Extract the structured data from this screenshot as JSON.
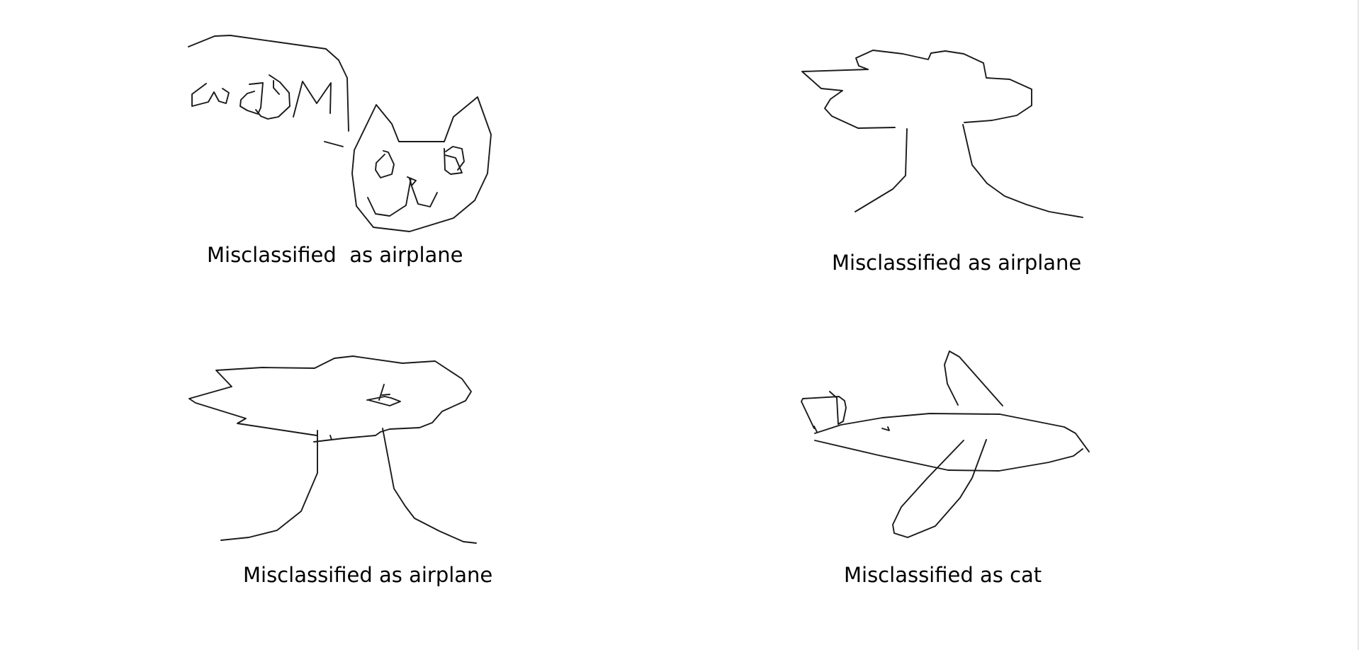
{
  "captions": [
    "Misclassified  as airplane",
    "Misclassified as airplane",
    "Misclassified as airplane",
    "Misclassified as cat"
  ],
  "ink_color": "#1a1a1a",
  "background_color": "#ffffff",
  "drawings": [
    {
      "subject": "cat-with-scribble-icon"
    },
    {
      "subject": "tree-icon"
    },
    {
      "subject": "tree-icon"
    },
    {
      "subject": "airplane-icon"
    }
  ]
}
